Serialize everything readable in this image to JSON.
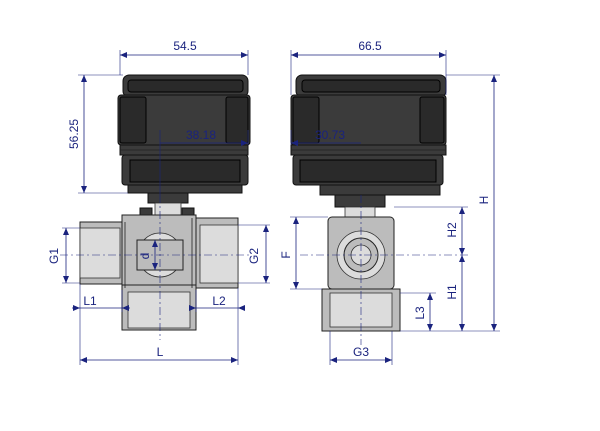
{
  "dimensions": {
    "front_width": "54.5",
    "front_height": "56.25",
    "front_inner_width": "38.18",
    "side_width": "66.5",
    "side_inner_width": "30.73",
    "G1": "G1",
    "G2": "G2",
    "G3": "G3",
    "d": "d",
    "L": "L",
    "L1": "L1",
    "L2": "L2",
    "L3": "L3",
    "F": "F",
    "H": "H",
    "H1": "H1",
    "H2": "H2"
  }
}
